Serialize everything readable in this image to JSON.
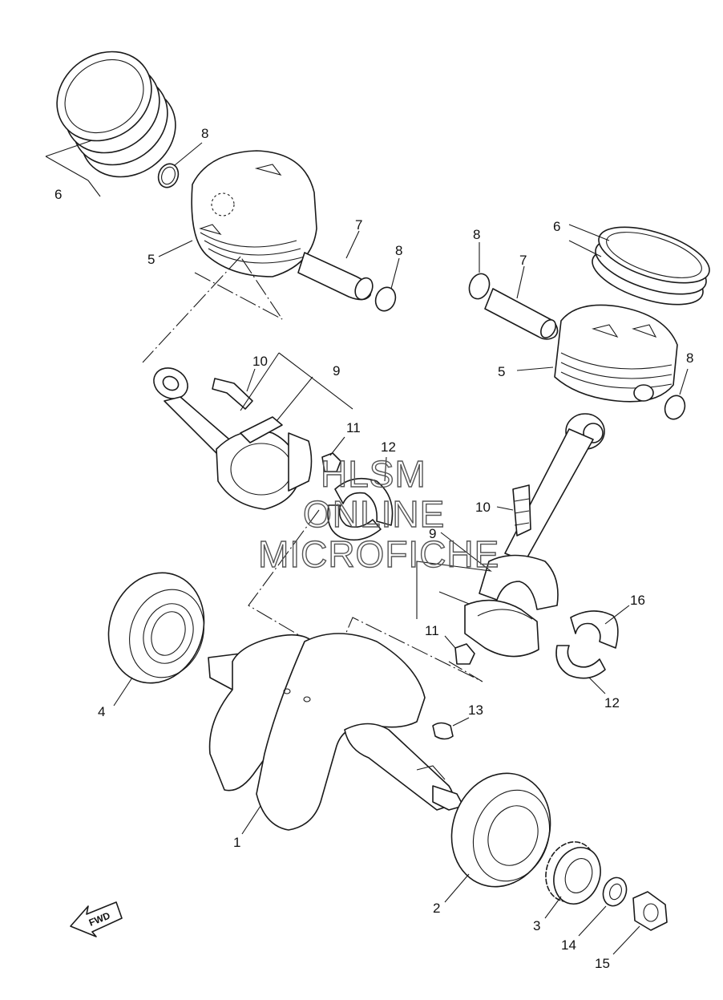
{
  "watermark": {
    "line1": "HLSM",
    "line2": "ONLINE",
    "line3": "MICROFICHE"
  },
  "direction_badge": "FWD",
  "callouts": [
    {
      "id": "c-6a",
      "label": "6"
    },
    {
      "id": "c-8a",
      "label": "8"
    },
    {
      "id": "c-5a",
      "label": "5"
    },
    {
      "id": "c-7a",
      "label": "7"
    },
    {
      "id": "c-8b",
      "label": "8"
    },
    {
      "id": "c-8c",
      "label": "8"
    },
    {
      "id": "c-6b",
      "label": "6"
    },
    {
      "id": "c-7b",
      "label": "7"
    },
    {
      "id": "c-5b",
      "label": "5"
    },
    {
      "id": "c-8d",
      "label": "8"
    },
    {
      "id": "c-10a",
      "label": "10"
    },
    {
      "id": "c-9a",
      "label": "9"
    },
    {
      "id": "c-11a",
      "label": "11"
    },
    {
      "id": "c-12a",
      "label": "12"
    },
    {
      "id": "c-10b",
      "label": "10"
    },
    {
      "id": "c-9b",
      "label": "9"
    },
    {
      "id": "c-4",
      "label": "4"
    },
    {
      "id": "c-11b",
      "label": "11"
    },
    {
      "id": "c-16",
      "label": "16"
    },
    {
      "id": "c-12b",
      "label": "12"
    },
    {
      "id": "c-13",
      "label": "13"
    },
    {
      "id": "c-1",
      "label": "1"
    },
    {
      "id": "c-2",
      "label": "2"
    },
    {
      "id": "c-3",
      "label": "3"
    },
    {
      "id": "c-14",
      "label": "14"
    },
    {
      "id": "c-15",
      "label": "15"
    }
  ]
}
